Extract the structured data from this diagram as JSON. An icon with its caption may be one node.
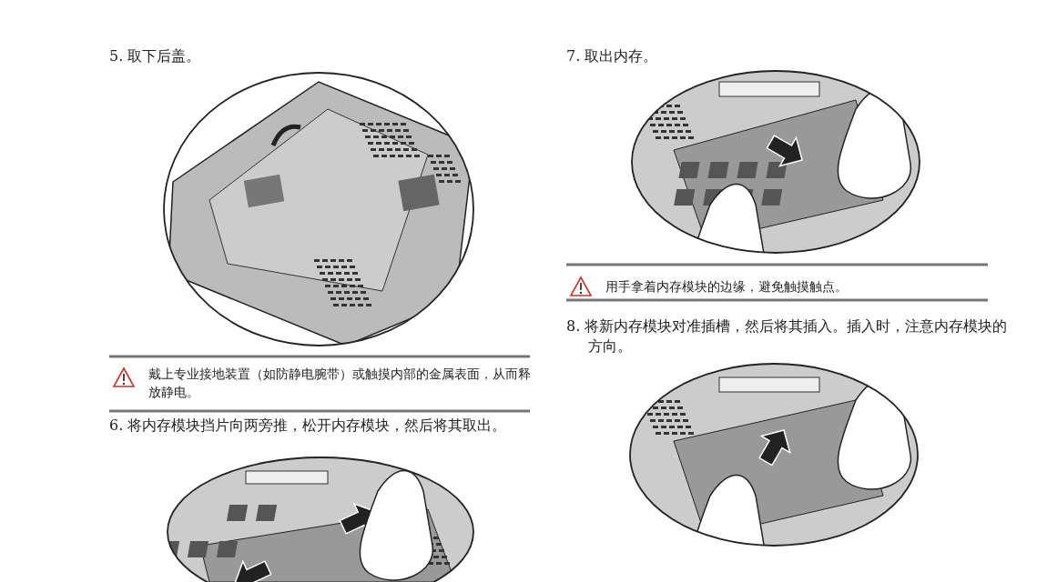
{
  "diagram": {
    "labels": [
      "5. 取下后盖。",
      "戴上专业接地装置（如防静电腕带）或触摸内部的金属表面，从而释放静电。",
      "6. 将内存模块挡片向两旁推，松开内存模块，然后将其取出。",
      "7. 取出内存。",
      "用手拿着内存模块的边缘，避免触摸触点。",
      "8. 将新内存模块对准插槽，然后将其插入。插入时，注意内存模块的方向。"
    ]
  }
}
